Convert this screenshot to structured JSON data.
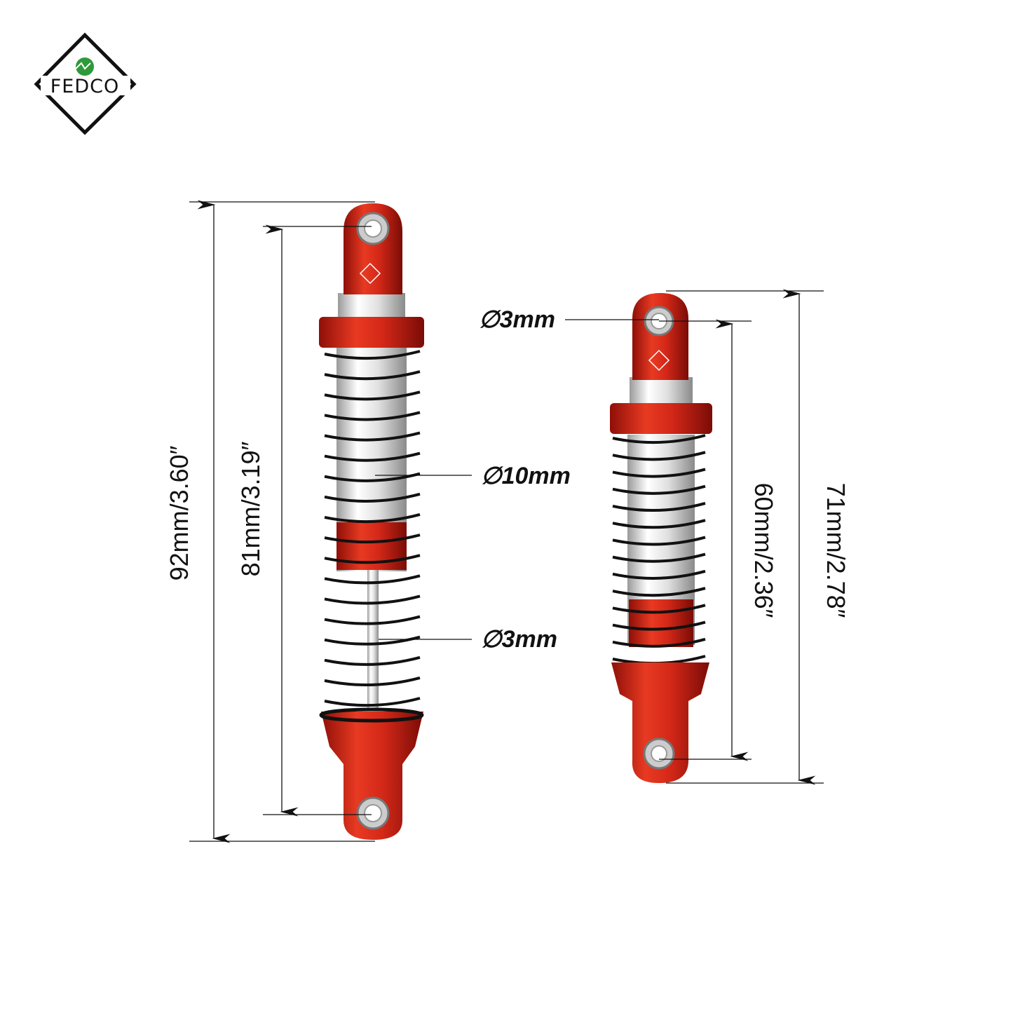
{
  "logo": {
    "text": "FEDCO"
  },
  "colors": {
    "red": "#d8261a",
    "dark_red": "#9e130c",
    "silver": "#e4e4e4",
    "spring": "#111111",
    "logo_green": "#2e9a3a"
  },
  "long_shock": {
    "overall_length": "92mm/3.60″",
    "eye_to_eye": "81mm/3.19″",
    "body_diameter": "∅10mm",
    "shaft_diameter": "∅3mm"
  },
  "short_shock": {
    "eye_diameter": "∅3mm",
    "eye_to_eye": "60mm/2.36″",
    "overall_length": "71mm/2.78″"
  }
}
